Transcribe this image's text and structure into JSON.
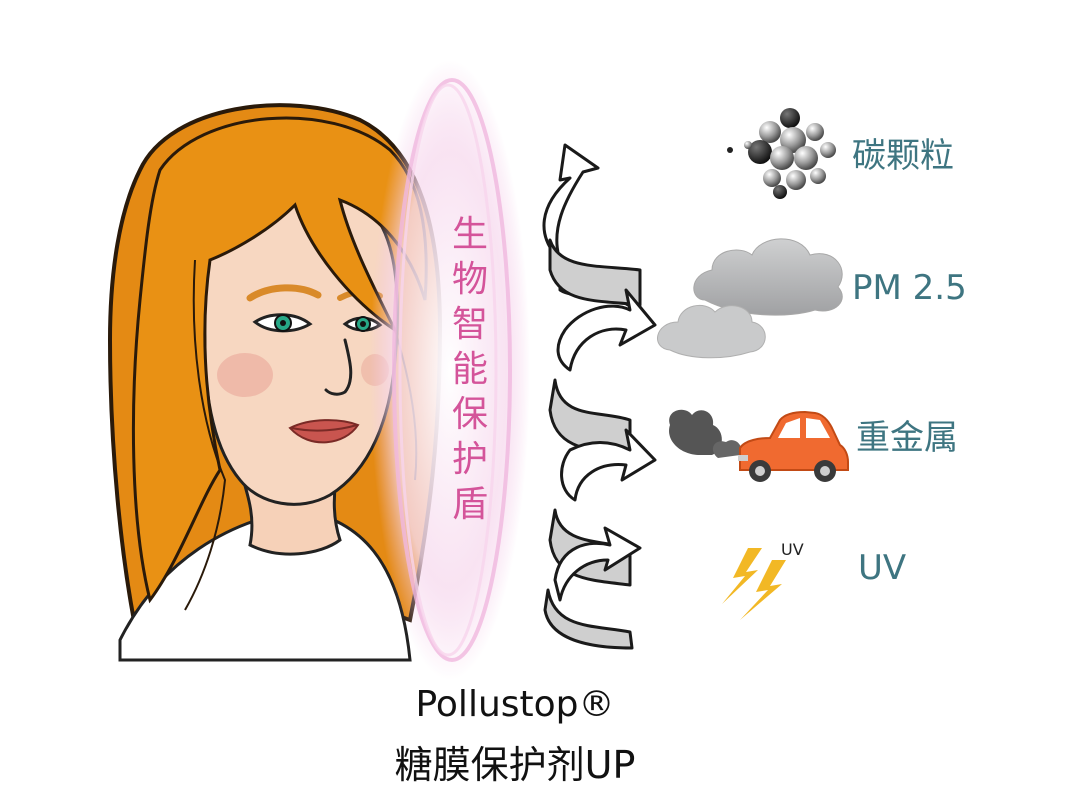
{
  "shield": {
    "text": "生\n物\n智\n能\n保\n护\n盾",
    "color": "#d4549a"
  },
  "pollutants": [
    {
      "label": "碳颗粒",
      "icon": "carbon-particles-icon"
    },
    {
      "label": "PM 2.5",
      "icon": "smog-cloud-icon"
    },
    {
      "label": "重金属",
      "icon": "car-exhaust-icon"
    },
    {
      "label": "UV",
      "icon": "lightning-uv-icon",
      "badge": "UV"
    }
  ],
  "caption": {
    "line1": "Pollustop®",
    "line2": "糖膜保护剂UP"
  },
  "colors": {
    "label_teal": "#3e7581",
    "hair_orange": "#e48a14",
    "car_orange": "#f06a30",
    "cloud_gray": "#b9babb",
    "bolt_yellow": "#f2b825"
  }
}
